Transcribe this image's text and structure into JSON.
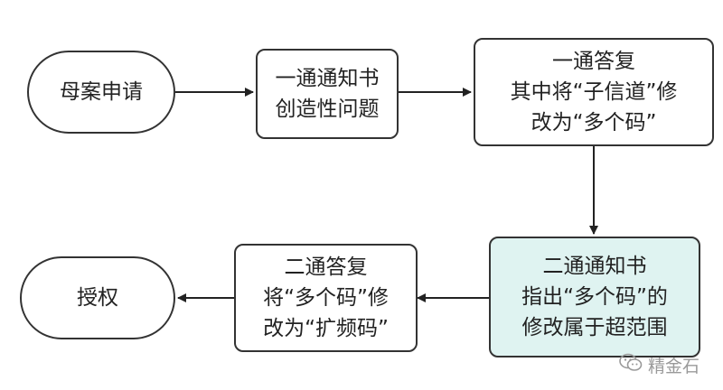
{
  "colors": {
    "border": "#333333",
    "text": "#222222",
    "highlight_fill": "#dff3f1",
    "arrow": "#222222",
    "watermark": "#9a9a9a"
  },
  "nodes": {
    "parent_application": {
      "lines": [
        "母案申请"
      ]
    },
    "first_office_action": {
      "lines": [
        "一通通知书",
        "创造性问题"
      ]
    },
    "first_response": {
      "lines": [
        "一通答复",
        "其中将“子信道”修",
        "改为“多个码”"
      ]
    },
    "second_office_action": {
      "lines": [
        "二通通知书",
        "指出“多个码”的",
        "修改属于超范围"
      ]
    },
    "second_response": {
      "lines": [
        "二通答复",
        "将“多个码”修",
        "改为“扩频码”"
      ]
    },
    "grant": {
      "lines": [
        "授权"
      ]
    }
  },
  "watermark": {
    "text": "精金石",
    "icon": "wechat-icon"
  }
}
